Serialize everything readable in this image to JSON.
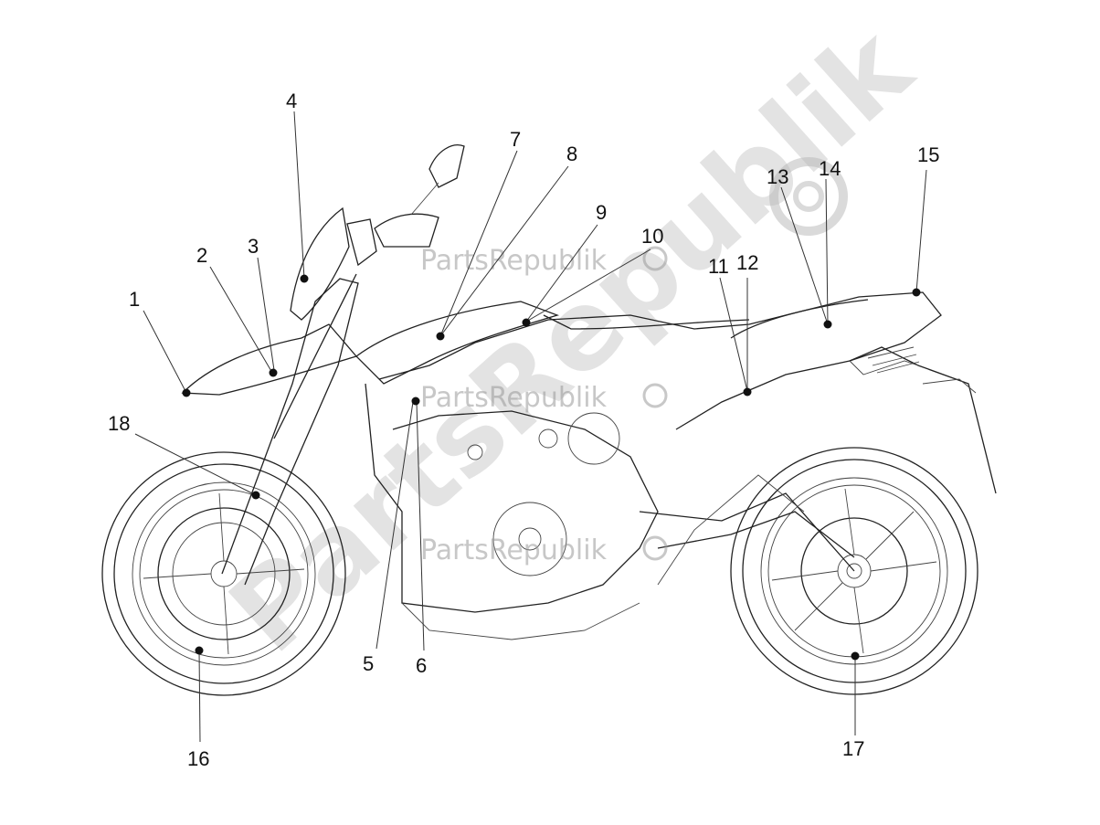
{
  "callouts": [
    {
      "label": "1"
    },
    {
      "label": "2"
    },
    {
      "label": "3"
    },
    {
      "label": "4"
    },
    {
      "label": "5"
    },
    {
      "label": "6"
    },
    {
      "label": "7"
    },
    {
      "label": "8"
    },
    {
      "label": "9"
    },
    {
      "label": "10"
    },
    {
      "label": "11"
    },
    {
      "label": "12"
    },
    {
      "label": "13"
    },
    {
      "label": "14"
    },
    {
      "label": "15"
    },
    {
      "label": "16"
    },
    {
      "label": "17"
    },
    {
      "label": "18"
    }
  ],
  "watermark": {
    "text": "PartsRepublik",
    "big_text": "PartsRepublik",
    "icon": "gear-icon",
    "color": "#9a9a9a"
  }
}
